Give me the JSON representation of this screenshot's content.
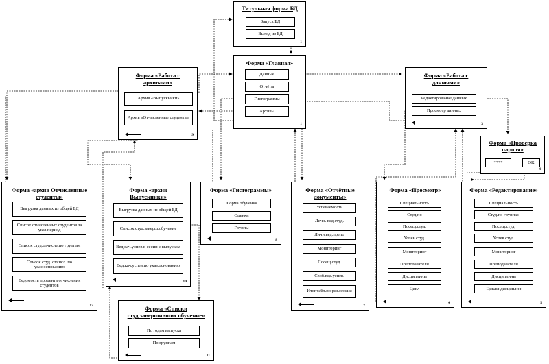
{
  "forms": {
    "title_form": {
      "title": "Титульная форма БД",
      "number": "1",
      "buttons": [
        "Запуск БД",
        "Выход из БД"
      ]
    },
    "main_form": {
      "title": "Форма «Главная»",
      "number": "1",
      "buttons": [
        "Данные",
        "Отчёты",
        "Гистограммы",
        "Архивы"
      ]
    },
    "archive_form": {
      "title": "Форма «Работа с архивами»",
      "number": "9",
      "buttons": [
        "Архив «Выпускники»",
        "Архив «Отчисленные студенты»"
      ]
    },
    "data_form": {
      "title": "Форма «Работа с данными»",
      "number": "3",
      "buttons": [
        "Редактирование данных",
        "Просмотр данных"
      ]
    },
    "password_form": {
      "title": "Форма «Проверка пароля»",
      "number": "4",
      "password_value": "****",
      "ok_label": "OK"
    },
    "expelled_archive_form": {
      "title": "Форма «архив Отчисленные студенты»",
      "number": "12",
      "buttons": [
        "Выгрузка данных из общей БД",
        "Список отчисленных студентов за указ.период",
        "Список студ.отчисле.по группам",
        "Список студ. отчисл. по указ.основанию",
        "Ведомость процента отчисления студентов"
      ]
    },
    "graduates_archive_form": {
      "title": "Форма «архив Выпускники»",
      "number": "10",
      "buttons": [
        "Выгрузка данных из общей БД",
        "Список студ.заверш.обучение",
        "Вед.кач.успев.в сесии с выпуском",
        "Вед.кач.успев.по указ.основанию"
      ]
    },
    "histogram_form": {
      "title": "Форма «Гистограммы»",
      "number": "8",
      "buttons": [
        "Форма обучения",
        "Оценки",
        "Группы"
      ]
    },
    "reports_form": {
      "title": "Форма «Отчётные документы»",
      "number": "7",
      "buttons": [
        "Успеваемость",
        "Личн. вед.студ.",
        "Личн.вед.препо",
        "Мониторинг",
        "Посещ.студ.",
        "Своб.вед.успев.",
        "Итог.табл.по рез.сессии"
      ]
    },
    "view_form": {
      "title": "Форма «Просмотр»",
      "number": "6",
      "buttons": [
        "Специальность",
        "Студ.по",
        "Посещ.студ.",
        "Успев.студ.",
        "Мониторинг",
        "Преподаватели",
        "Дисциплины",
        "Цикл"
      ]
    },
    "edit_form": {
      "title": "Форма «Редактирование»",
      "number": "5",
      "buttons": [
        "Специальность",
        "Студ.по группам",
        "Посещ.студ.",
        "Успев.студ.",
        "Мониторинг",
        "Преподаватели",
        "Дисциплины",
        "Циклы дисциплин"
      ]
    },
    "completed_lists_form": {
      "title": "Форма «Списки студ.завершивших обучение»",
      "number": "11",
      "buttons": [
        "По годам выпуска",
        "По группам"
      ]
    }
  }
}
